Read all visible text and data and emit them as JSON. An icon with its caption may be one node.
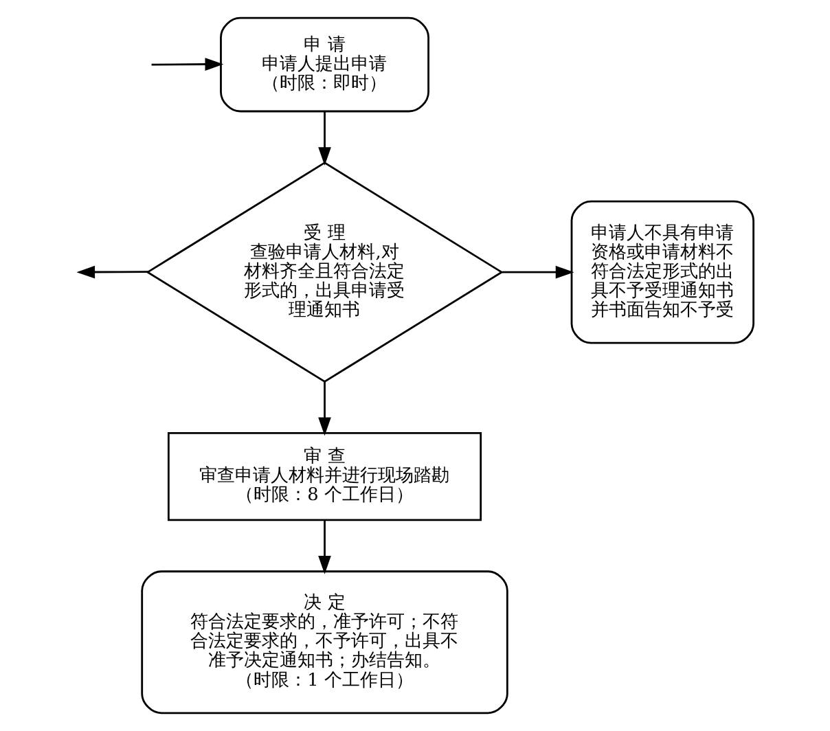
{
  "diagram": {
    "nodes": [
      {
        "text": [
          "申 请",
          "申请人提出申请",
          "（时限：即时）"
        ]
      },
      {
        "text": [
          "受 理",
          "查验申请人材料,对材料齐全且符合法定形式的，出具申请受理通知书"
        ]
      },
      {
        "text": [
          "申请人不具有申请资格或申请材料不符合法定形式的出具不予受理通知书并书面告知不予受"
        ]
      },
      {
        "text": [
          "审 查",
          "审查申请人材料并进行现场踏勘",
          "（时限：8 个工作日）"
        ]
      },
      {
        "text": [
          "决 定",
          "符合法定要求的，准予许可；不符合法定要求的，不予许可，出具不准予决定通知书；办结告知。",
          "（时限：1 个工作日）"
        ]
      }
    ],
    "edges": [
      {
        "from": null,
        "to": 0,
        "arrow": "to"
      },
      {
        "from": 0,
        "to": 1,
        "arrow": "to"
      },
      {
        "from": 1,
        "to": null,
        "arrow": "to"
      },
      {
        "from": 1,
        "to": 2,
        "arrow": "to"
      },
      {
        "from": 1,
        "to": 3,
        "arrow": "to"
      },
      {
        "from": 3,
        "to": 4,
        "arrow": "to"
      }
    ]
  }
}
